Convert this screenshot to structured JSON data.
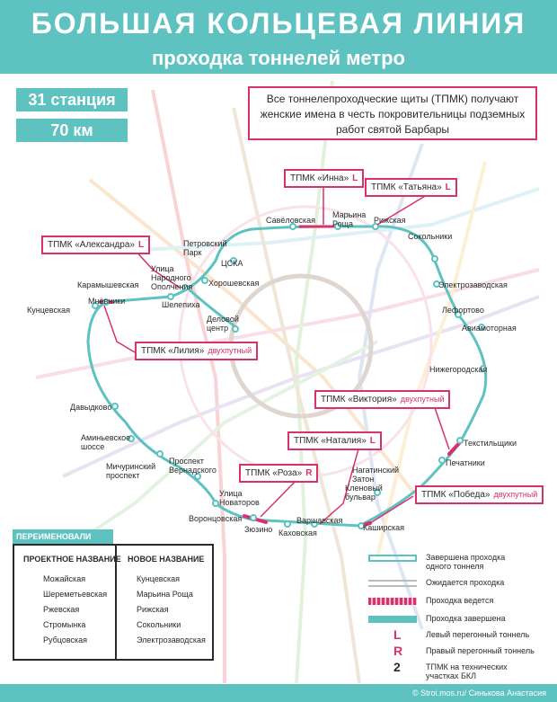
{
  "header": {
    "title": "БОЛЬШАЯ КОЛЬЦЕВАЯ ЛИНИЯ",
    "subtitle": "проходка тоннелей метро"
  },
  "stats": {
    "stations": "31 станция",
    "length": "70 км"
  },
  "note": "Все тоннелепроходческие щиты (ТПМК) получают женские имена в честь покровительницы подземных работ святой Барбары",
  "colors": {
    "teal": "#5ec2c0",
    "magenta": "#d9306f"
  },
  "stations": {
    "savelovskaya": "Савёловская",
    "maryina_roshcha": "Марьина\nРоща",
    "rizhskaya": "Рижская",
    "sokolniki": "Сокольники",
    "petrovsky_park": "Петровский\nПарк",
    "tsska": "ЦСКА",
    "narodnoe_opolchenie": "Улица\nНародного\nОполчения",
    "khoroshevskaya": "Хорошевская",
    "karamyshevskaya": "Карамышевская",
    "mnevniki": "Мнёвники",
    "kuntsevskaya": "Кунцевская",
    "shelepikha": "Шелепиха",
    "delovoy_tsentr": "Деловой\nцентр",
    "elektrozavodskaya": "Электрозаводская",
    "lefortovo": "Лефортово",
    "aviamotornaya": "Авиамоторная",
    "nizhegorodskaya": "Нижегородская",
    "davydkovo": "Давыдково",
    "aminyevskoe": "Аминьевское\nшоссе",
    "michurinsky": "Мичуринский\nпроспект",
    "vernadskogo": "Проспект\nВернадского",
    "tekstilshchiki": "Текстильщики",
    "pechatniki": "Печатники",
    "nagatinsky_zaton": "Нагатинский\nЗатон",
    "klenovy_bulvar": "Кленовый\nбульвар",
    "novatorov": "Улица\nНоваторов",
    "vorontsovskaya": "Воронцовская",
    "zyuzino": "Зюзино",
    "varshavskaya": "Варшавская",
    "kakhovskaya": "Каховская",
    "kashirskaya": "Каширская"
  },
  "tbms": {
    "inna": {
      "name": "ТПМК «Инна»",
      "side": "L"
    },
    "tatyana": {
      "name": "ТПМК «Татьяна»",
      "side": "L"
    },
    "alexandra": {
      "name": "ТПМК «Александра»",
      "side": "L"
    },
    "liliya": {
      "name": "ТПМК «Лилия»",
      "tag": "двухпутный"
    },
    "viktoriya": {
      "name": "ТПМК «Виктория»",
      "tag": "двухпутный"
    },
    "nataliya": {
      "name": "ТПМК «Наталия»",
      "side": "L"
    },
    "roza": {
      "name": "ТПМК «Роза»",
      "side": "R"
    },
    "pobeda": {
      "name": "ТПМК «Победа»",
      "tag": "двухпутный"
    }
  },
  "renamed": {
    "header": "ПЕРЕИМЕНОВАЛИ",
    "col_project": "ПРОЕКТНОЕ НАЗВАНИЕ",
    "col_new": "НОВОЕ НАЗВАНИЕ",
    "rows": [
      {
        "old": "Можайская",
        "new": "Кунцевская"
      },
      {
        "old": "Шереметьевская",
        "new": "Марьина Роща"
      },
      {
        "old": "Ржевская",
        "new": "Рижская"
      },
      {
        "old": "Стромынка",
        "new": "Сокольники"
      },
      {
        "old": "Рубцовская",
        "new": "Электрозаводская"
      }
    ]
  },
  "legend": {
    "one_tunnel": "Завершена проходка\nодного тоннеля",
    "awaiting": "Ожидается проходка",
    "in_progress": "Проходка ведется",
    "complete": "Проходка завершена",
    "left_symbol": "L",
    "left": "Левый перегонный тоннель",
    "right_symbol": "R",
    "right": "Правый перегонный тоннель",
    "two_symbol": "2",
    "two": "ТПМК на технических\nучастках БКЛ"
  },
  "footer": "© Stroi.mos.ru/ Синькова Анастасия"
}
